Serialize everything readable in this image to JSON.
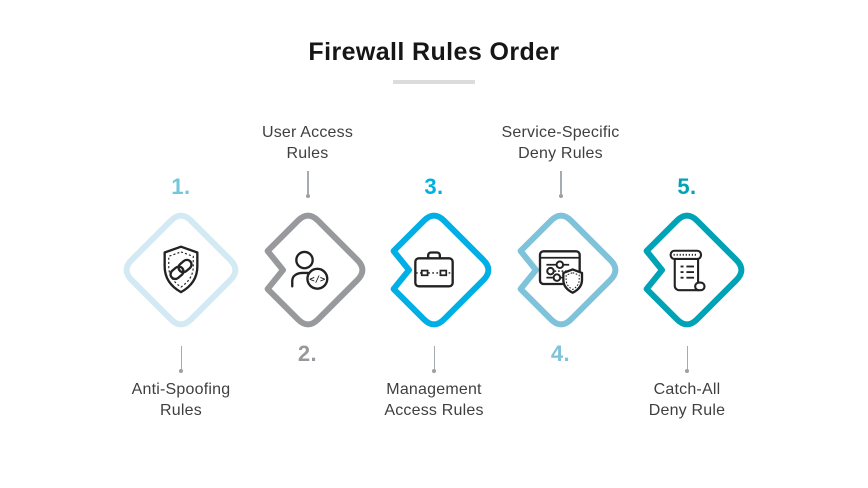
{
  "title": "Firewall Rules Order",
  "colors": {
    "title": "#161616",
    "label_text": "#3f3f3f",
    "underline": "#dcdcdc",
    "connector": "#9aa0a4",
    "icon_stroke": "#222222",
    "background": "#ffffff"
  },
  "steps": [
    {
      "number": "1.",
      "number_color": "#72c7da",
      "diamond_color": "#d3e9f3",
      "label": "Anti-Spoofing Rules",
      "label_lines": [
        "Anti-Spoofing",
        "Rules"
      ],
      "label_position": "below",
      "icon": "shield-link-icon"
    },
    {
      "number": "2.",
      "number_color": "#97999d",
      "diamond_color": "#97999d",
      "label": "User Access Rules",
      "label_lines": [
        "User Access",
        "Rules"
      ],
      "label_position": "above",
      "icon": "user-code-icon",
      "icon_text": "</>"
    },
    {
      "number": "3.",
      "number_color": "#00afe6",
      "diamond_color": "#00afe6",
      "label": "Management Access Rules",
      "label_lines": [
        "Management",
        "Access Rules"
      ],
      "label_position": "below",
      "icon": "briefcase-icon"
    },
    {
      "number": "4.",
      "number_color": "#7fc3da",
      "diamond_color": "#7fc3da",
      "label": "Service-Specific Deny Rules",
      "label_lines": [
        "Service-Specific",
        "Deny Rules"
      ],
      "label_position": "above",
      "icon": "sliders-shield-icon"
    },
    {
      "number": "5.",
      "number_color": "#00a3b6",
      "diamond_color": "#00a3b6",
      "label": "Catch-All Deny Rule",
      "label_lines": [
        "Catch-All",
        "Deny Rule"
      ],
      "label_position": "below",
      "icon": "scroll-icon"
    }
  ]
}
